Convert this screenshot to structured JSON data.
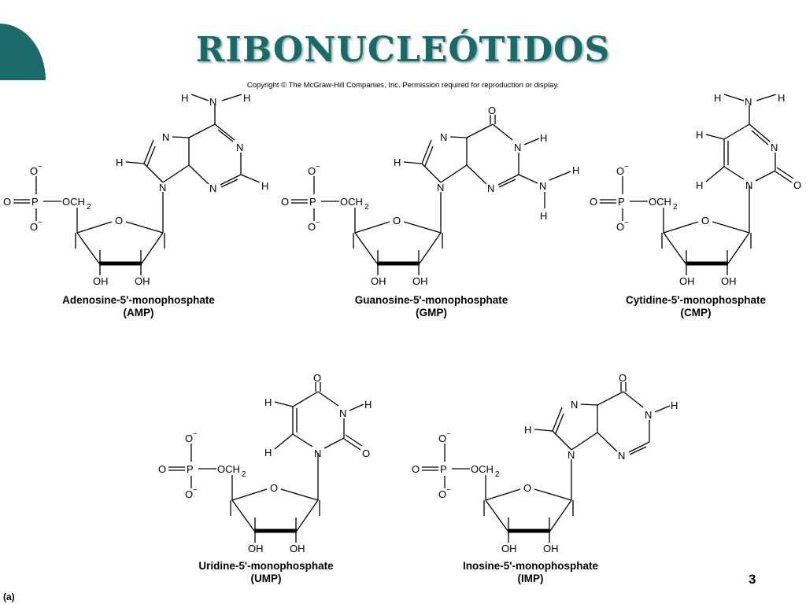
{
  "slide": {
    "title": "RIBONUCLEÓTIDOS",
    "copyright": "Copyright © The McGraw-Hill Companies, Inc. Permission required for reproduction or display.",
    "slide_number": "3",
    "panel_label": "(a)"
  },
  "molecules": [
    {
      "id": "amp",
      "name": "Adenosine-5'-monophosphate",
      "abbr": "(AMP)"
    },
    {
      "id": "gmp",
      "name": "Guanosine-5'-monophosphate",
      "abbr": "(GMP)"
    },
    {
      "id": "cmp",
      "name": "Cytidine-5'-monophosphate",
      "abbr": "(CMP)"
    },
    {
      "id": "ump",
      "name": "Uridine-5'-monophosphate",
      "abbr": "(UMP)"
    },
    {
      "id": "imp",
      "name": "Inosine-5'-monophosphate",
      "abbr": "(IMP)"
    }
  ],
  "atoms": {
    "o_minus": "O",
    "minus": "−",
    "o": "O",
    "p": "P",
    "och": "OCH",
    "sub2": "2",
    "ring_o": "O",
    "oh": "OH",
    "n": "N",
    "h": "H"
  },
  "colors": {
    "accent": "#1a6a6a"
  }
}
